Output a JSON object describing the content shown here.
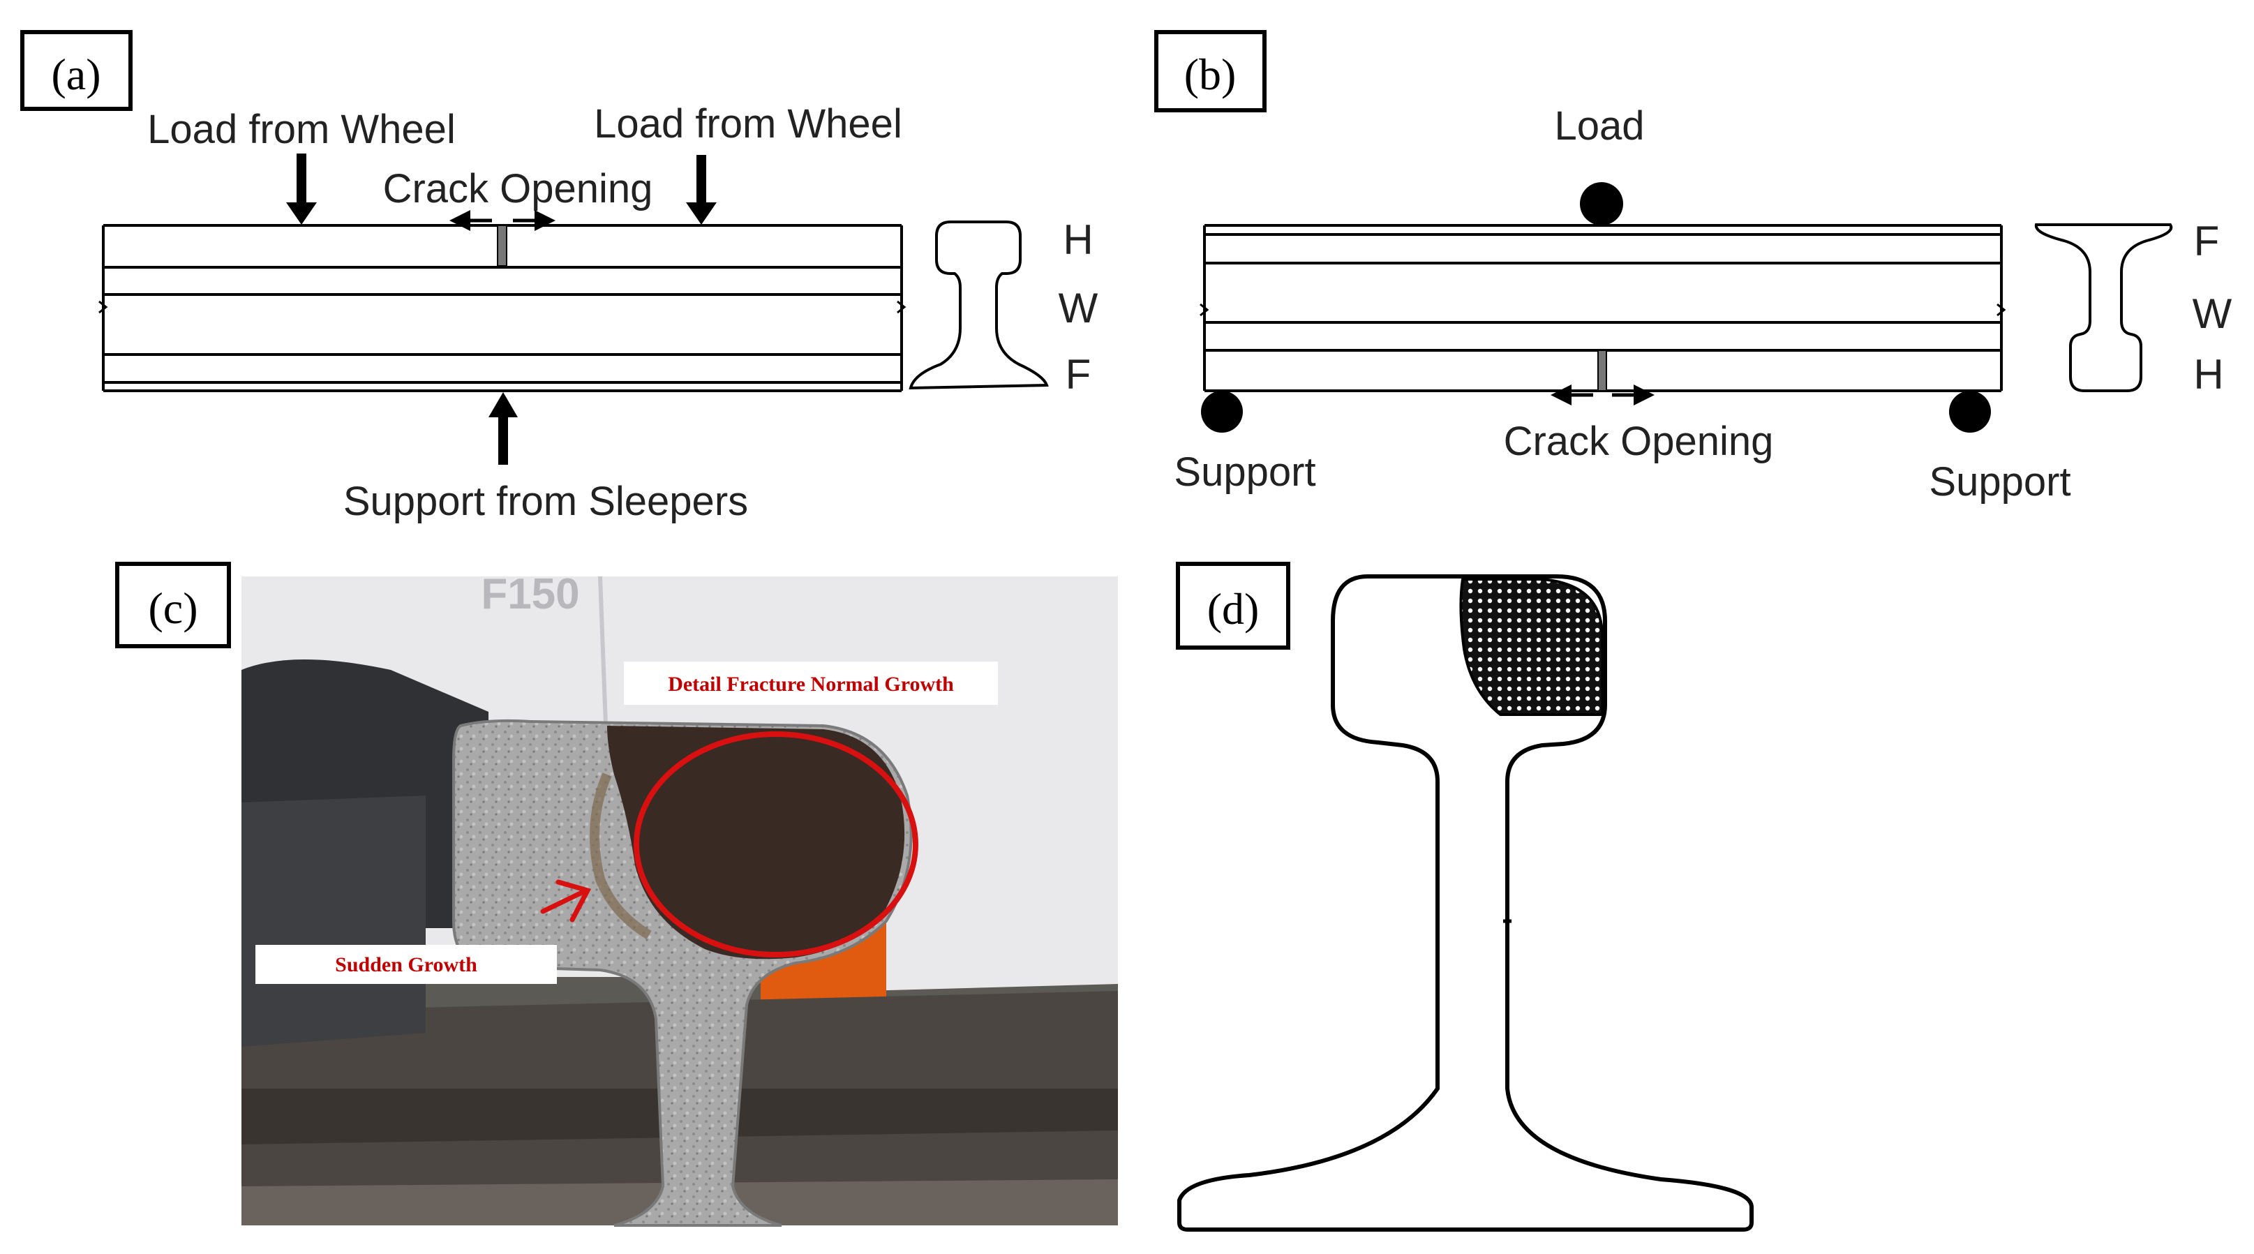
{
  "panel_a": {
    "tag": "(a)",
    "load_left": "Load from Wheel",
    "load_right": "Load from Wheel",
    "crack": "Crack Opening",
    "support": "Support from Sleepers",
    "zone_top": "H",
    "zone_mid": "W",
    "zone_bottom": "F"
  },
  "panel_b": {
    "tag": "(b)",
    "load": "Load",
    "crack": "Crack Opening",
    "support_left": "Support",
    "support_right": "Support",
    "zone_top": "F",
    "zone_mid": "W",
    "zone_bottom": "H"
  },
  "panel_c": {
    "tag": "(c)",
    "vehicle_badge": "F150",
    "note_top": "Detail Fracture Normal Growth",
    "note_bottom": "Sudden Growth"
  },
  "panel_d": {
    "tag": "(d)"
  },
  "colors": {
    "ink": "#000000",
    "annotation_red": "#d81010",
    "fracture_dark": "#3a2a24",
    "steel_grey": "#9a9a9a",
    "safety_orange": "#e05a10"
  }
}
